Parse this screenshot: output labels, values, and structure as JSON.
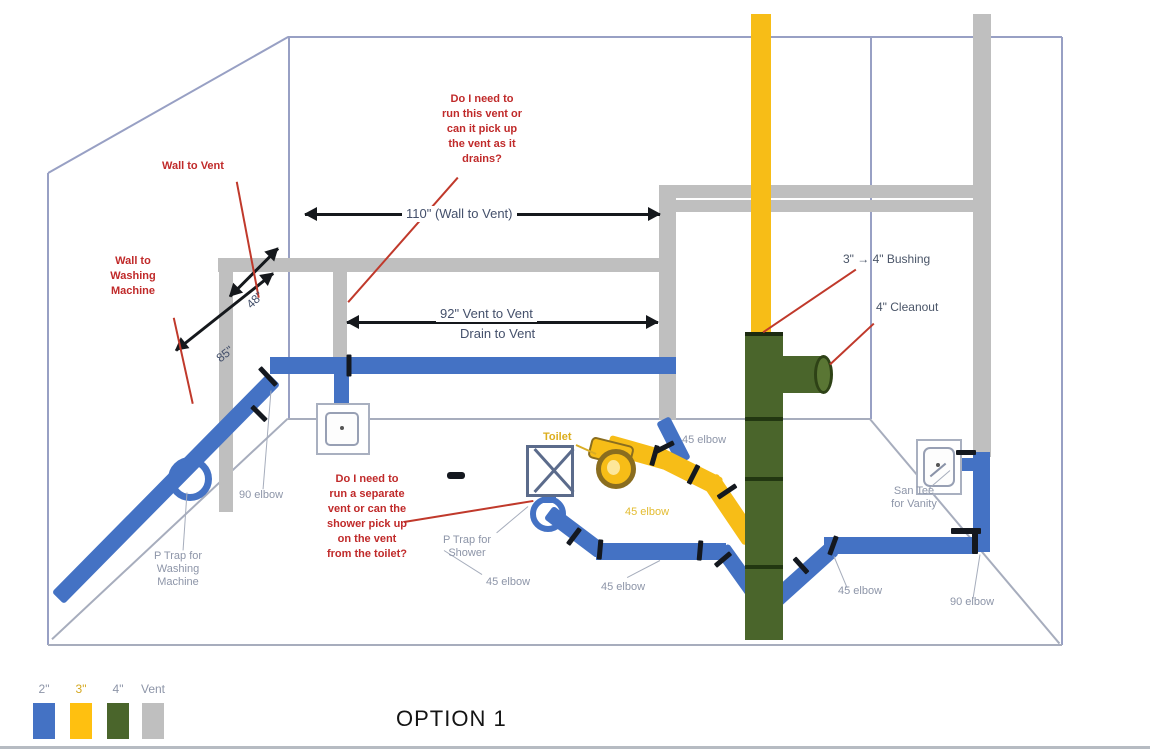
{
  "title": "OPTION 1",
  "legend": {
    "items": [
      {
        "label": "2\"",
        "color": "#4472c4"
      },
      {
        "label": "3\"",
        "color": "#ffc010"
      },
      {
        "label": "4\"",
        "color": "#4a652b"
      },
      {
        "label": "Vent",
        "color": "#bfbfbf"
      }
    ]
  },
  "dimensions": {
    "wall_to_vent_110": "110\" (Wall to Vent)",
    "vent_to_vent_92": "92\" Vent to Vent",
    "drain_to_vent": "Drain to Vent",
    "dim_48": "48\"",
    "dim_85": "85\""
  },
  "questions": {
    "vent_question": "Do I need to\nrun this vent or\ncan it pick up\nthe vent as it\ndrains?",
    "shower_vent_question": "Do I need to\nrun a separate\nvent or can the\nshower pick up\non the vent\nfrom the toilet?"
  },
  "callouts": {
    "wall_to_vent": "Wall to Vent",
    "wall_to_washing_machine": "Wall to\nWashing\nMachine",
    "bushing": "3\" → 4\" Bushing",
    "cleanout": "4\" Cleanout",
    "toilet": "Toilet"
  },
  "fittings": {
    "elbow_45": "45 elbow",
    "elbow_90": "90 elbow",
    "p_trap_washing_machine": "P Trap for\nWashing\nMachine",
    "p_trap_shower": "P Trap for\nShower",
    "san_tee_vanity": "San Tee\nfor Vanity"
  },
  "colors": {
    "pipe_2in": "#4472c4",
    "pipe_3in": "#f7bd17",
    "pipe_4in": "#4a652b",
    "vent": "#bfbfbf",
    "annotation_red": "#c02a2a",
    "label_gray": "#8d95a8",
    "dimension_text": "#44506b"
  }
}
